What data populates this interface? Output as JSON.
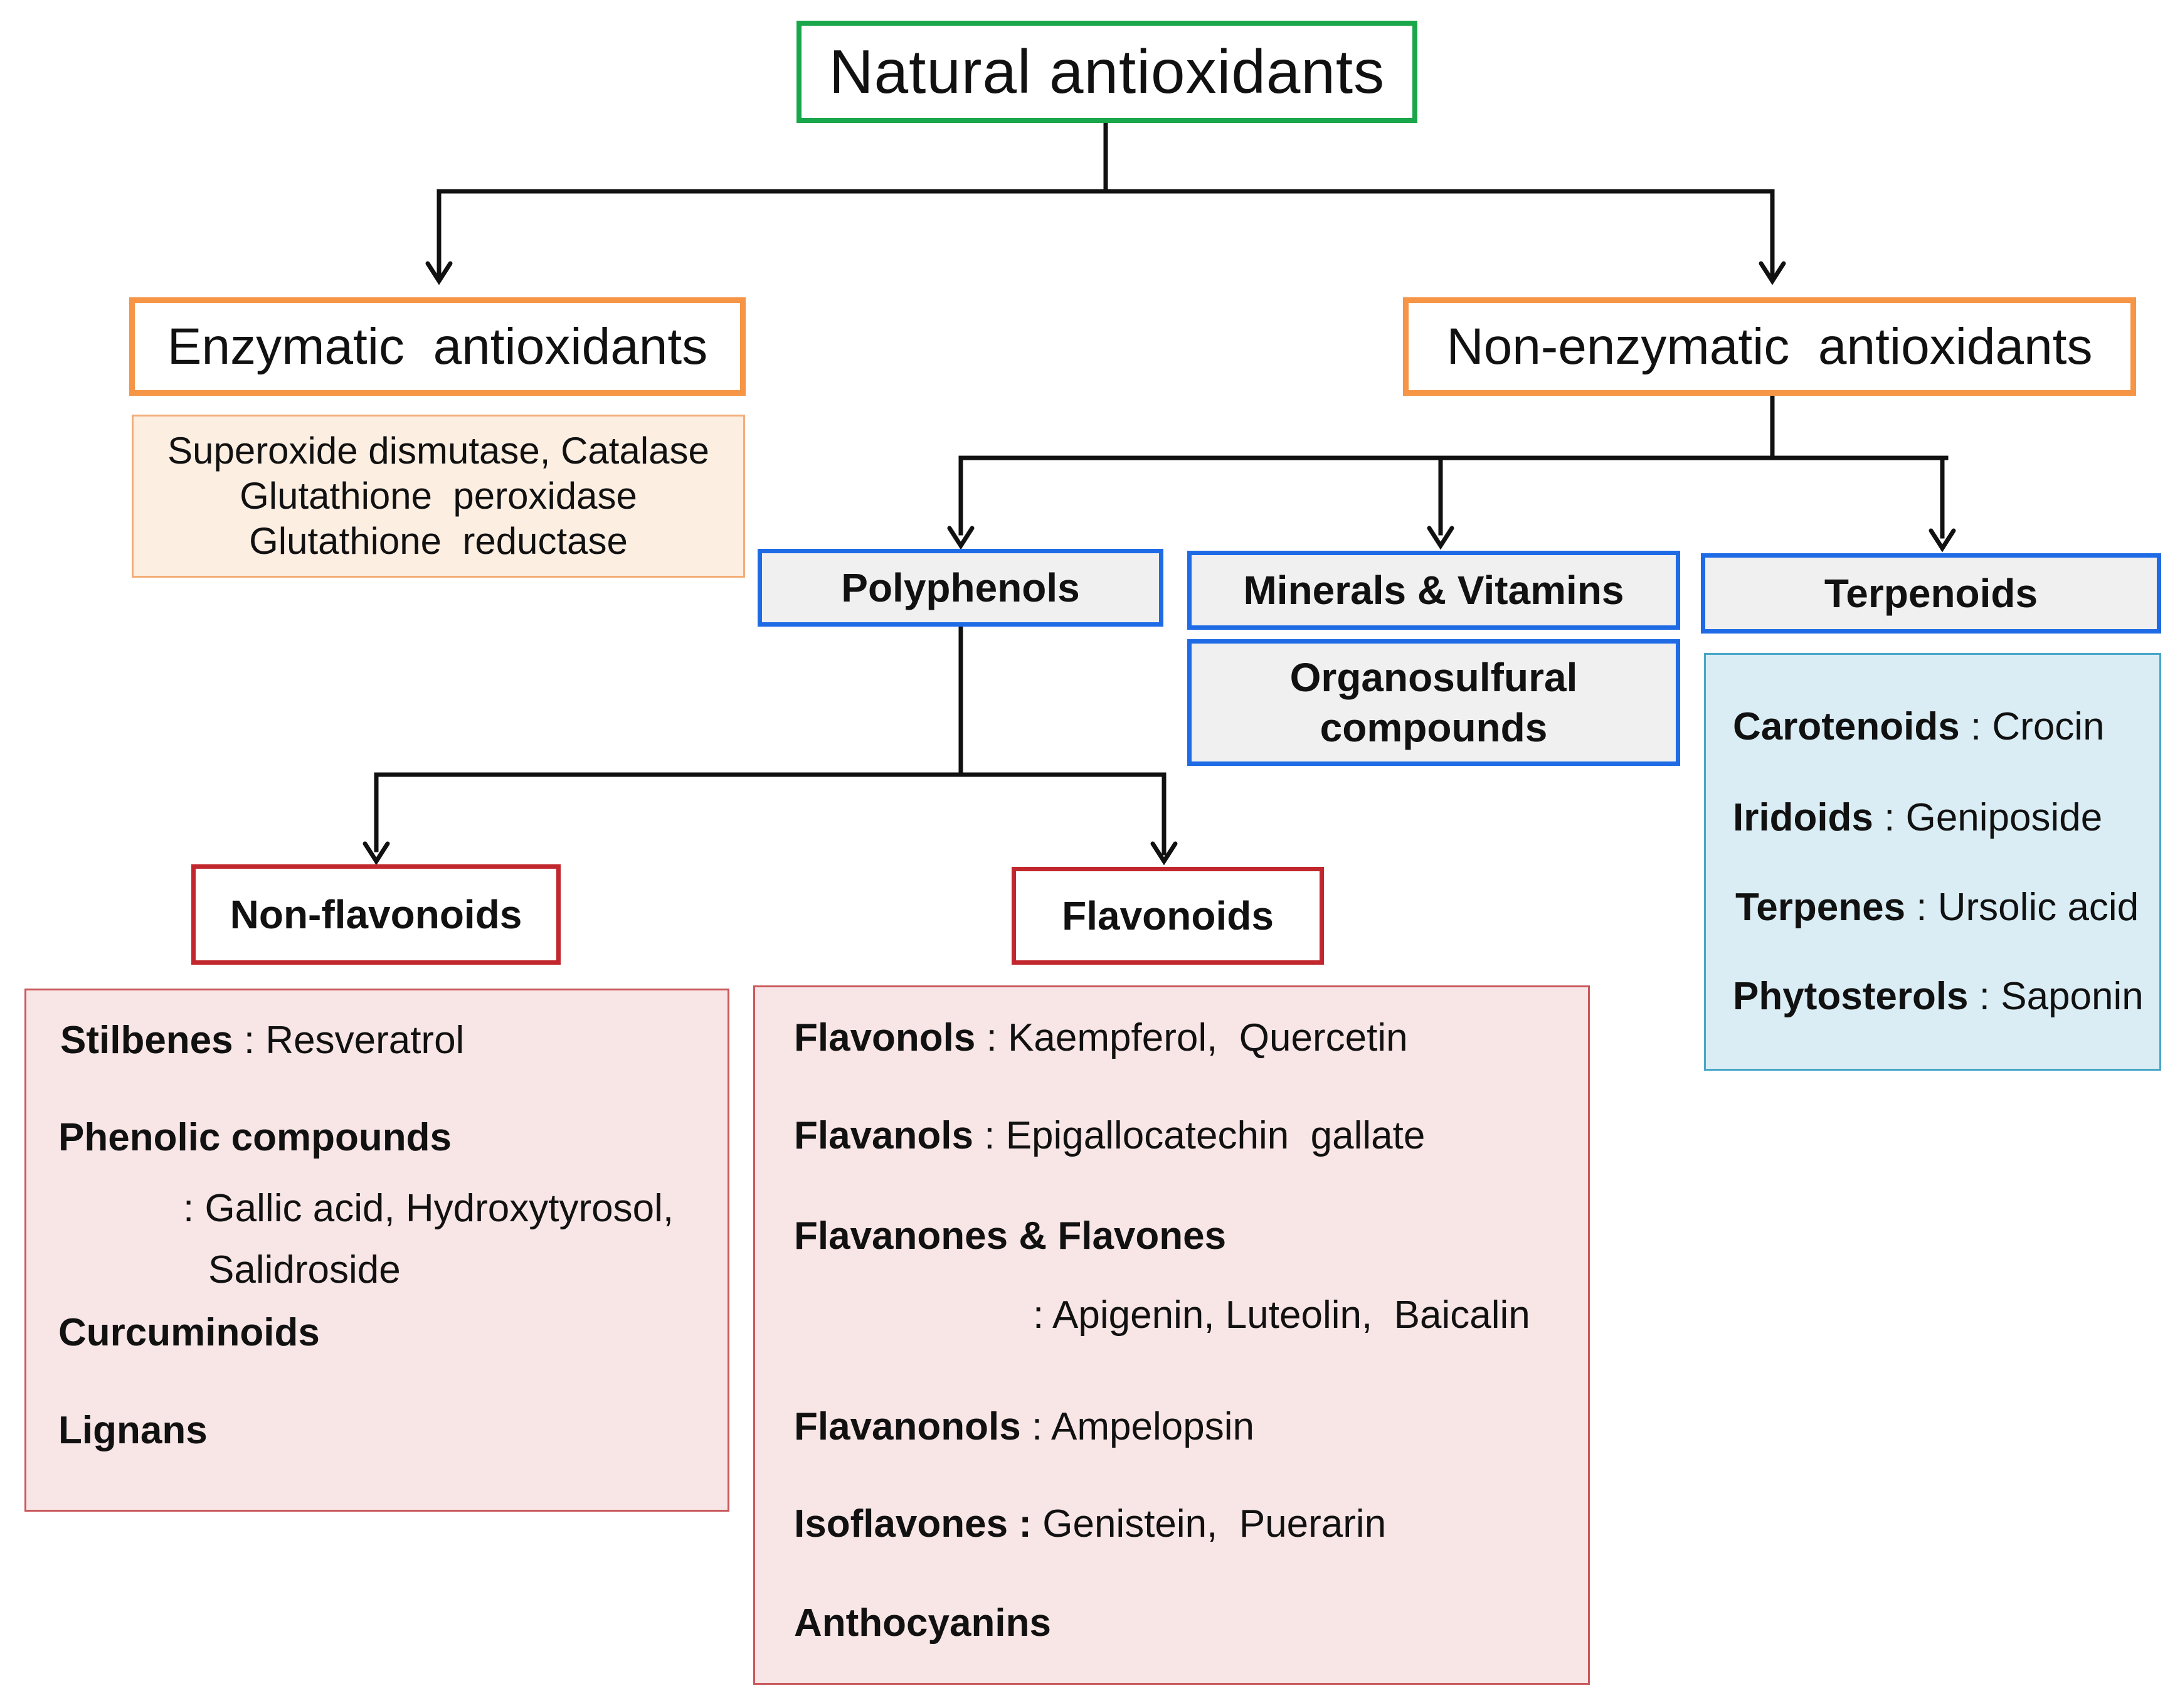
{
  "root": "Natural antioxidants",
  "enzymatic": {
    "title": "Enzymatic  antioxidants",
    "examples": [
      "Superoxide dismutase, Catalase",
      "Glutathione  peroxidase",
      "Glutathione  reductase"
    ]
  },
  "non_enzymatic": {
    "title": "Non-enzymatic  antioxidants",
    "polyphenols": "Polyphenols",
    "minerals_vitamins": "Minerals & Vitamins",
    "organosulfural": [
      "Organosulfural",
      "compounds"
    ],
    "terpenoids": {
      "title": "Terpenoids",
      "items": [
        {
          "class": "Carotenoids",
          "sep": " : ",
          "examples": "Crocin"
        },
        {
          "class": "Iridoids",
          "sep": " : ",
          "examples": "Geniposide"
        },
        {
          "class": "Terpenes",
          "sep": " : ",
          "examples": "Ursolic acid"
        },
        {
          "class": "Phytosterols",
          "sep": " : ",
          "examples": "Saponin"
        }
      ]
    }
  },
  "non_flavonoids": {
    "title": "Non-flavonoids",
    "items": [
      {
        "class": "Stilbenes",
        "sep": " : ",
        "examples": "Resveratrol"
      },
      {
        "class": "Phenolic compounds",
        "sep": "",
        "examples": ""
      },
      {
        "class": "Curcuminoids",
        "sep": "",
        "examples": ""
      },
      {
        "class": "Lignans",
        "sep": "",
        "examples": ""
      }
    ],
    "phenolic_continuation": [
      ": Gallic acid, Hydroxytyrosol,",
      "Salidroside"
    ]
  },
  "flavonoids": {
    "title": "Flavonoids",
    "items": [
      {
        "class": "Flavonols",
        "sep": " : ",
        "examples": "Kaempferol,  Quercetin"
      },
      {
        "class": "Flavanols",
        "sep": " : ",
        "examples": "Epigallocatechin  gallate"
      },
      {
        "class": "Flavanones & Flavones",
        "sep": "",
        "examples": ""
      },
      {
        "class": "Flavanonols",
        "sep": " : ",
        "examples": "Ampelopsin"
      },
      {
        "class": "Isoflavones :",
        "sep": " ",
        "examples": "Genistein,  Puerarin"
      },
      {
        "class": "Anthocyanins",
        "sep": "",
        "examples": ""
      }
    ],
    "flavanones_continuation": ": Apigenin, Luteolin,  Baicalin"
  }
}
